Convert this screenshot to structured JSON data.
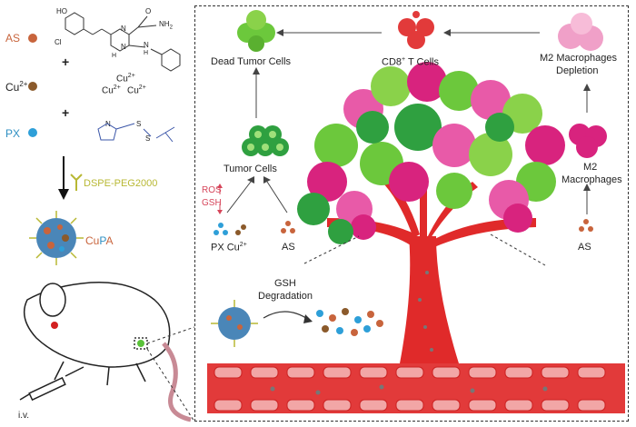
{
  "left": {
    "as_label": "AS",
    "cu_label": "Cu",
    "cu_sup": "2+",
    "cu_cluster_1": "Cu",
    "cu_cluster_2": "Cu",
    "cu_cluster_3": "Cu",
    "cu_cluster_sup": "2+",
    "px_label": "PX",
    "plus": "+",
    "dspe": "DSPE-PEG2000",
    "cupa_prefix": "Cu",
    "cupa_p": "P",
    "cupa_a": "A",
    "iv": "i.v.",
    "chem_ho": "HO",
    "chem_cl": "Cl",
    "chem_o": "O",
    "chem_nh2": "NH",
    "chem_nh2_sub": "2",
    "chem_n1": "N",
    "chem_n2": "N",
    "chem_h": "H",
    "chem_n3": "N",
    "chem_h2": "H",
    "chem_n4": "N",
    "chem_s1": "S",
    "chem_s2": "S"
  },
  "panel": {
    "dead_tumor": "Dead Tumor Cells",
    "cd8_prefix": "CD8",
    "cd8_sup": "+",
    "cd8_suffix": " T Cells",
    "m2_depletion_1": "M2 Macrophages",
    "m2_depletion_2": "Depletion",
    "tumor_cells": "Tumor Cells",
    "m2_1": "M2",
    "m2_2": "Macrophages",
    "ros": "ROS",
    "gsh": "GSH",
    "px_cu": "PX Cu",
    "px_cu_sup": "2+",
    "as_mid": "AS",
    "as_right": "AS",
    "gsh_deg_1": "GSH",
    "gsh_deg_2": "Degradation"
  },
  "colors": {
    "as": "#c8643c",
    "cu": "#8b5a2b",
    "px": "#2e9fd8",
    "tree": "#e02a2a",
    "m2": "#d8237e",
    "tumor": "#5ac23a",
    "tcell": "#e23a3a"
  }
}
